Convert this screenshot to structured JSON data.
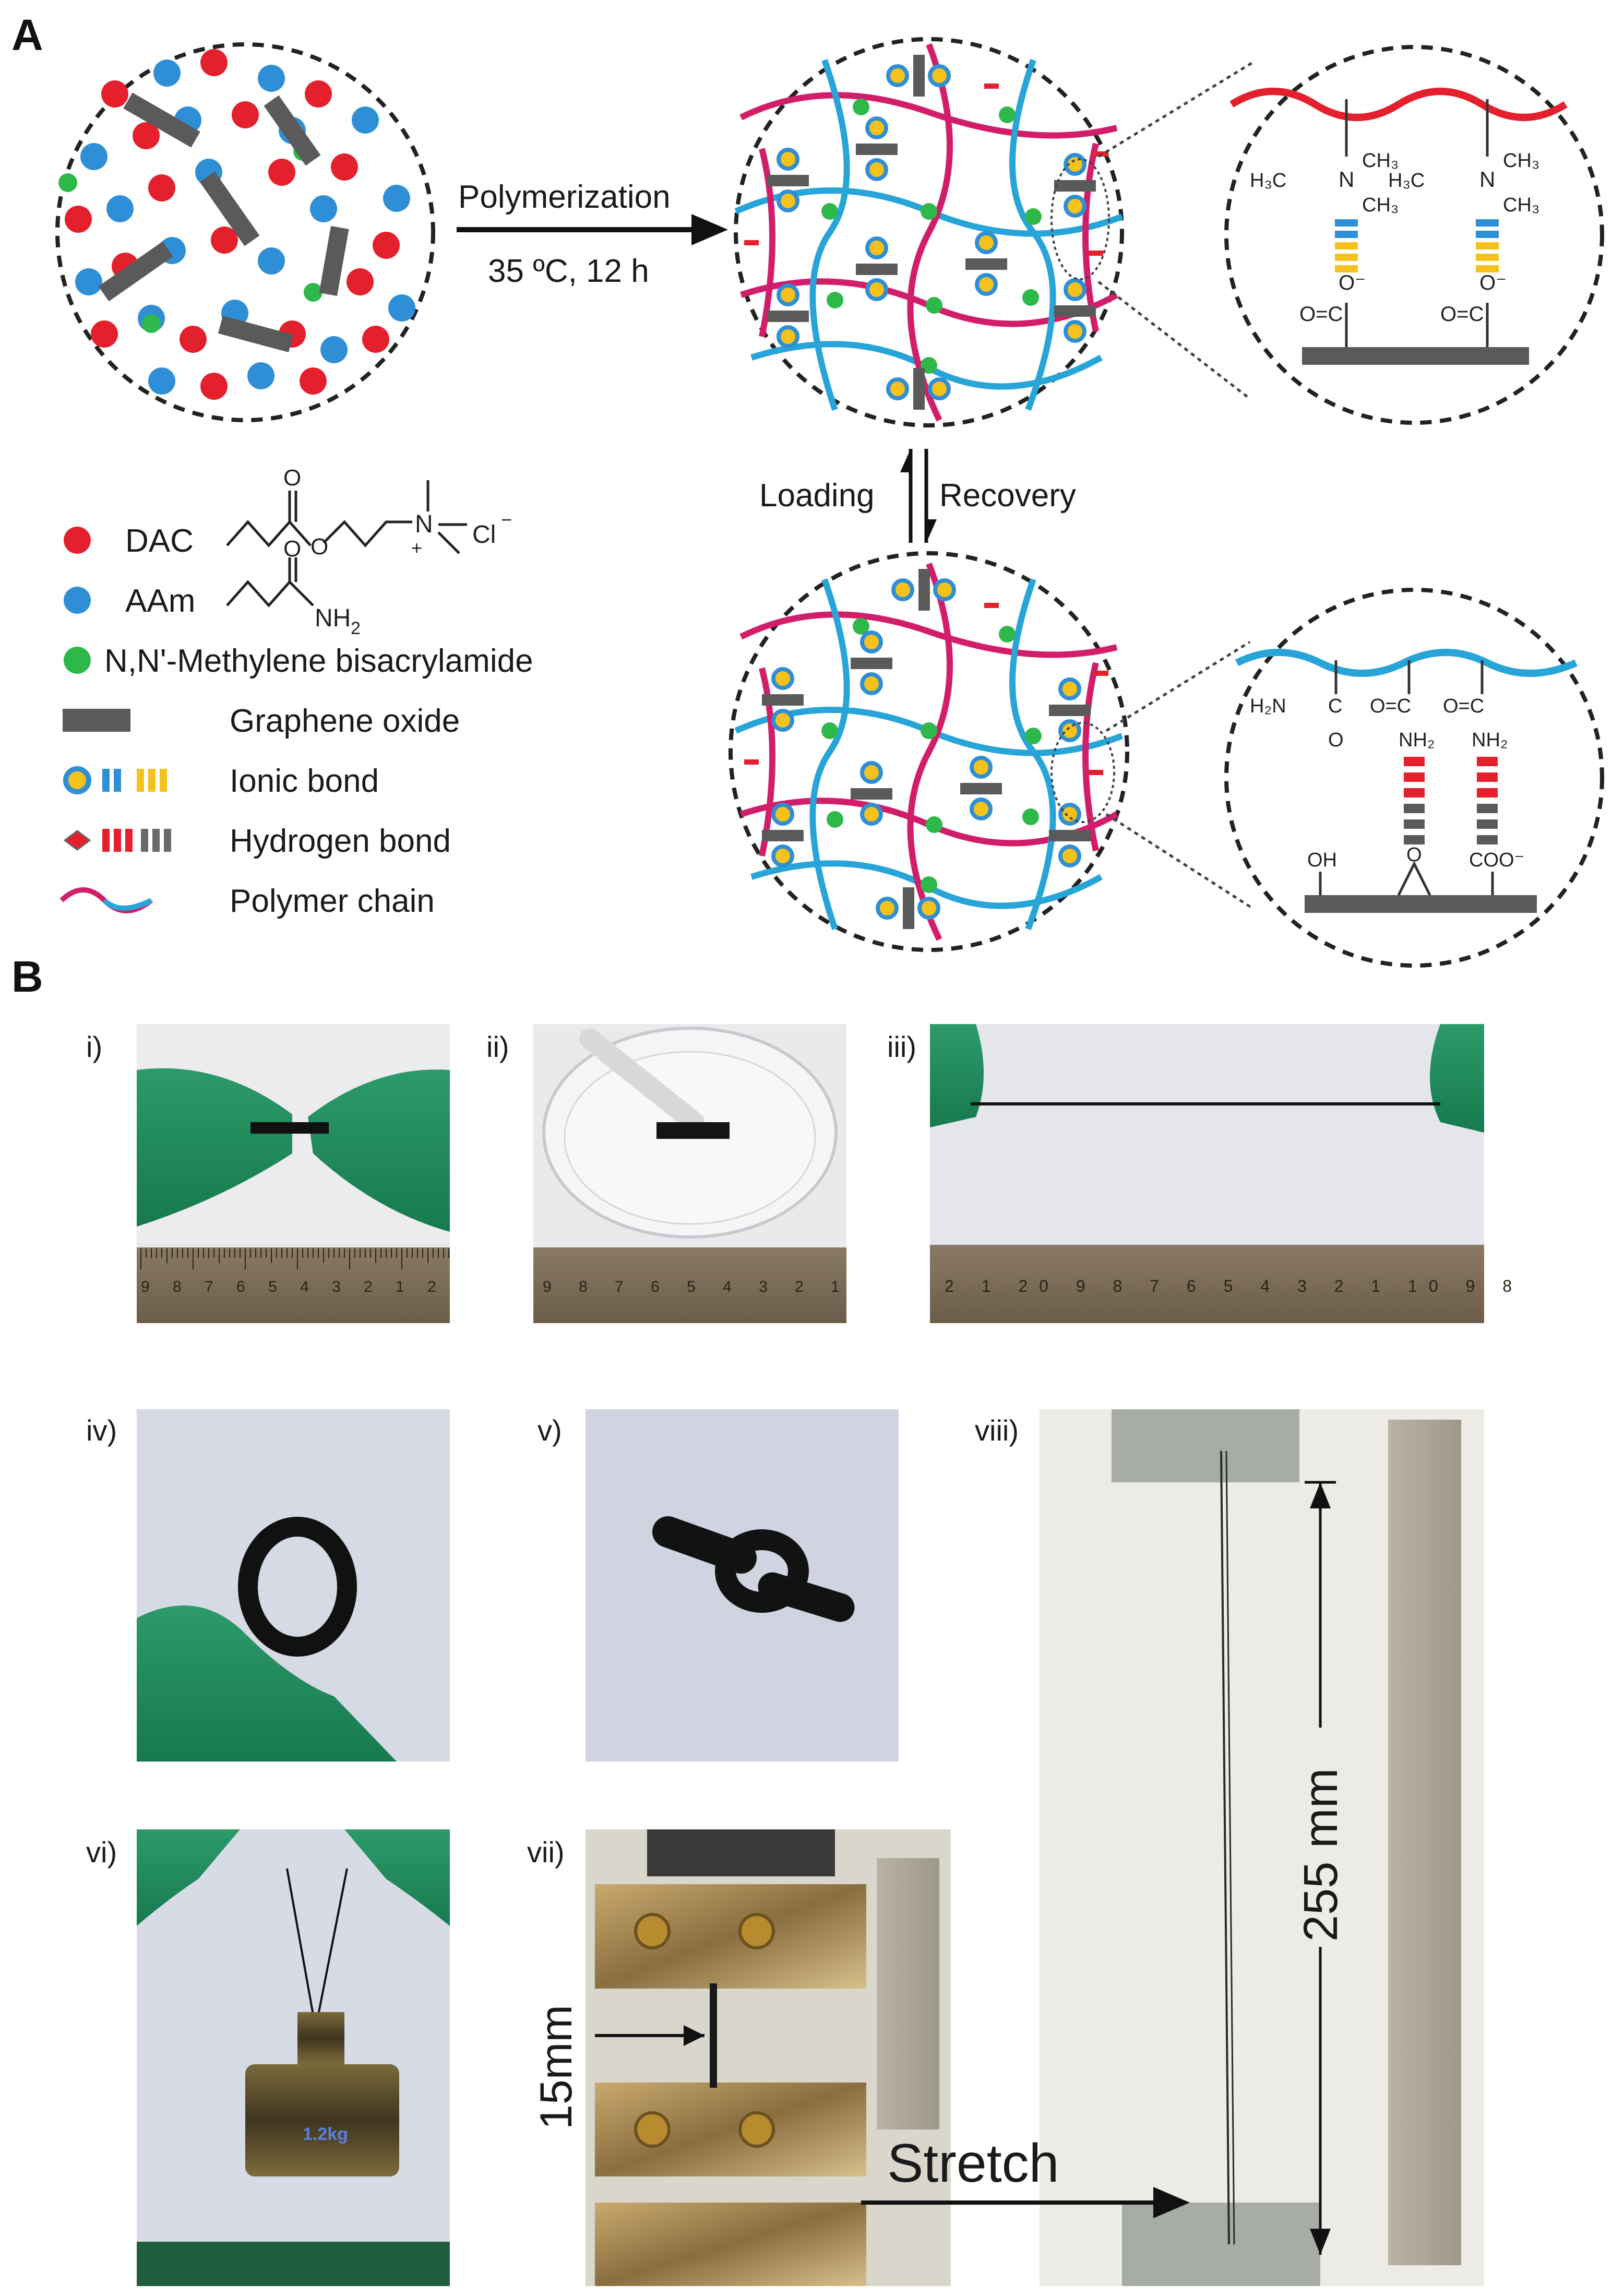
{
  "panel_a": {
    "letter": "A",
    "reaction": {
      "top": "Polymerization",
      "bottom": "35 ºC, 12 h"
    },
    "equilibrium": {
      "left": "Loading",
      "right": "Recovery"
    },
    "legend": [
      {
        "label": "DAC",
        "kind": "red-dot"
      },
      {
        "label": "AAm",
        "kind": "blue-dot"
      },
      {
        "label": "N,N'-Methylene bisacrylamide",
        "kind": "green-dot"
      },
      {
        "label": "Graphene oxide",
        "kind": "gray-bar"
      },
      {
        "label": "Ionic bond",
        "kind": "ionic"
      },
      {
        "label": "Hydrogen bond",
        "kind": "hydrogen"
      },
      {
        "label": "Polymer chain",
        "kind": "chain"
      }
    ],
    "dac_structure": {
      "o_top": "O",
      "o_mid": "O",
      "n": "N",
      "plus": "+",
      "cl": "Cl",
      "minus": "−"
    },
    "aam_structure": {
      "o": "O",
      "nh2": "NH",
      "sub": "2"
    },
    "zoom_top": {
      "h3c_1": "H₃C",
      "n1": "N",
      "ch3_1a": "CH₃",
      "ch3_1b": "CH₃",
      "h3c_2": "H₃C",
      "n2": "N",
      "ch3_2a": "CH₃",
      "ch3_2b": "CH₃",
      "o_minus_1": "O⁻",
      "o_minus_2": "O⁻",
      "oc_1": "O=C",
      "oc_2": "O=C"
    },
    "zoom_bottom": {
      "h2n": "H₂N",
      "c1": "C",
      "o1": "O",
      "oc_2": "O=C",
      "nh2_2": "NH₂",
      "oc_3": "O=C",
      "nh2_3": "NH₂",
      "oh": "OH",
      "o_epoxy": "O",
      "coo": "COO⁻"
    },
    "colors": {
      "dac": "#e3202b",
      "aam": "#2f8fd6",
      "mba": "#2fb84a",
      "go": "#5a5a5a",
      "chain_red": "#d21e6a",
      "chain_blue": "#27a4d8",
      "yellow": "#f5c21b"
    }
  },
  "panel_b": {
    "letter": "B",
    "photos": [
      {
        "id": "i",
        "label": "i)"
      },
      {
        "id": "ii",
        "label": "ii)"
      },
      {
        "id": "iii",
        "label": "iii)"
      },
      {
        "id": "iv",
        "label": "iv)"
      },
      {
        "id": "v",
        "label": "v)"
      },
      {
        "id": "vi",
        "label": "vi)",
        "weight": "1.2kg"
      },
      {
        "id": "vii",
        "label": "vii)",
        "gap": "15mm"
      },
      {
        "id": "viii",
        "label": "viii)",
        "length": "255 mm"
      }
    ],
    "ruler_i": "9 8 7 6 5 4 3 2 1 2",
    "ruler_ii": "9 8 7 6 5 4 3 2 1",
    "ruler_iii": "2 1 20 9 8 7 6 5 4 3 2 1 10 9 8",
    "stretch": "Stretch"
  }
}
